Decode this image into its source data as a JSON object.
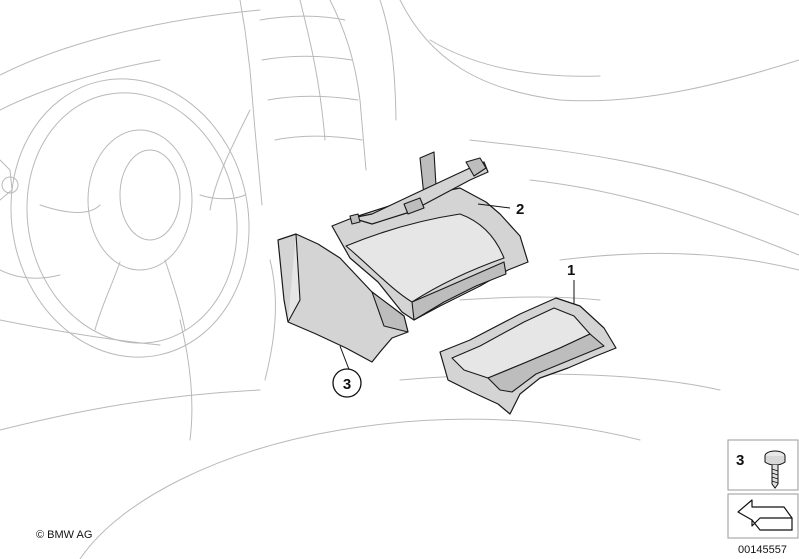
{
  "callouts": {
    "one": "1",
    "two": "2",
    "three": "3"
  },
  "legend": {
    "item_number": "3"
  },
  "copyright": "© BMW AG",
  "diagram_number": "00145557",
  "colors": {
    "background_lines": "#b9b9b9",
    "part_fill": "#d4d4d4",
    "outline": "#1a1a1a"
  }
}
